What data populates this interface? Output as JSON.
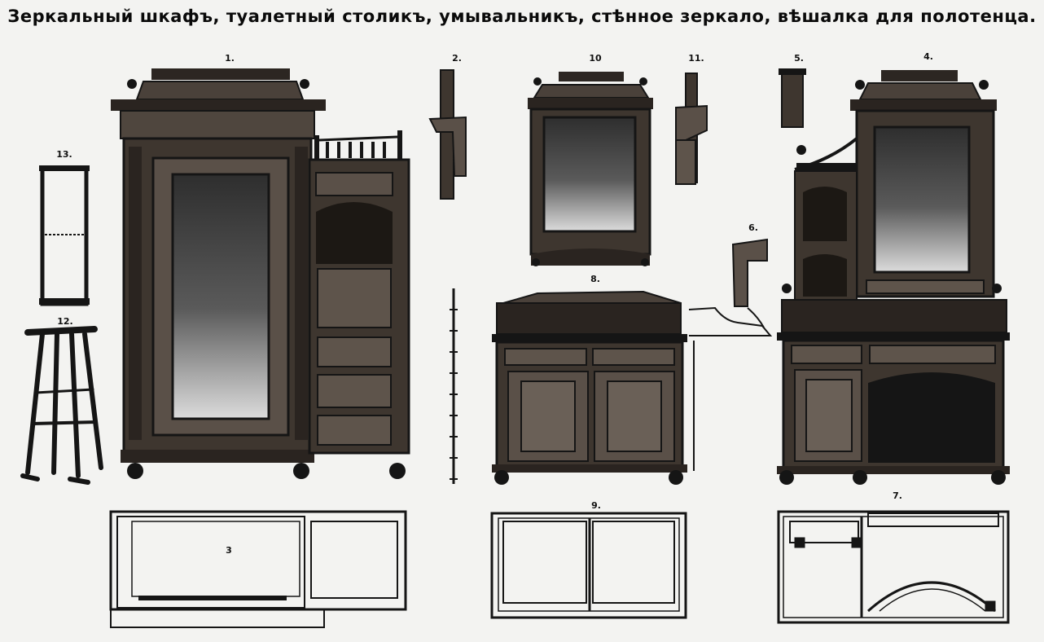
{
  "plate": {
    "title": "Зеркальный шкафъ, туалетный столикъ, умывальникъ, стѣнное зеркало, вѣшалка для полотенца."
  },
  "figures": {
    "n1": "1.",
    "n2": "2.",
    "n3": "3",
    "n4": "4.",
    "n5": "5.",
    "n6": "6.",
    "n7": "7.",
    "n8": "8.",
    "n9": "9.",
    "n10": "10",
    "n11": "11.",
    "n12": "12.",
    "n13": "13."
  },
  "colors": {
    "ink": "#151515",
    "wood": "#3a332d",
    "mirror": "#5b5b5b",
    "paper": "#f3f3f1"
  }
}
